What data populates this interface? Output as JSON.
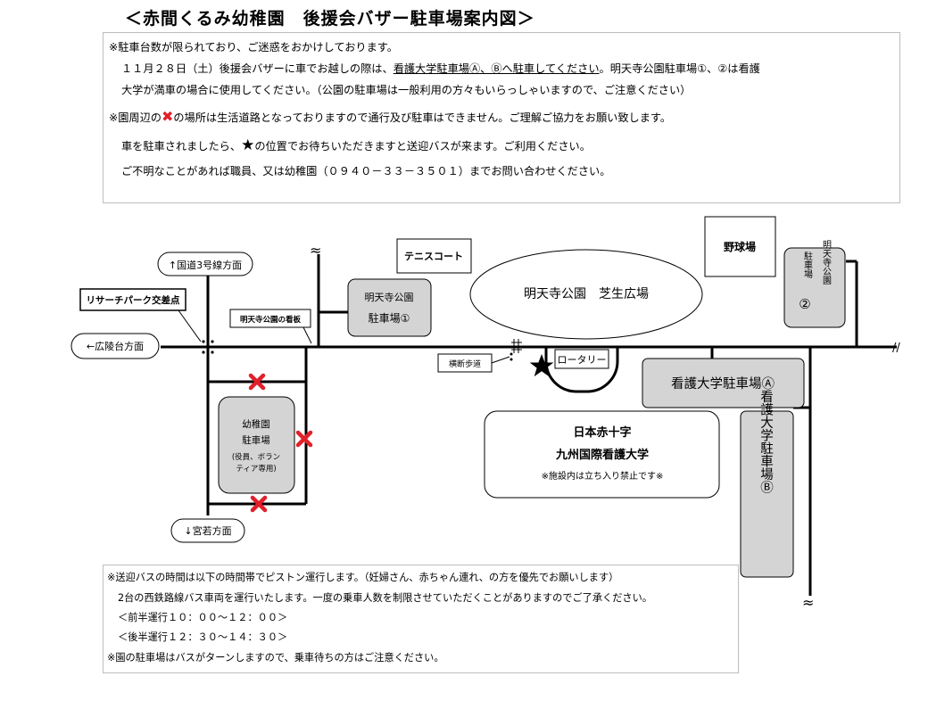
{
  "title": "＜赤間くるみ幼稚園　後援会バザー駐車場案内図＞",
  "notice": {
    "line1": "※駐車台数が限られており、ご迷惑をおかけしております。",
    "line2_a": "１１月２８日（土）後援会バザーに車でお越しの際は、",
    "line2_b": "看護大学駐車場Ⓐ、Ⓑへ駐車してください",
    "line2_c": "。明天寺公園駐車場①、②は看護",
    "line3": "大学が満車の場合に使用してください。（公園の駐車場は一般利用の方々もいらっしゃいますので、ご注意ください）",
    "line4_a": "※園周辺の",
    "line4_mark": "✖",
    "line4_b": "の場所は生活道路となっておりますので通行及び駐車はできません。ご理解ご協力をお願い致します。",
    "line5_a": "車を駐車されましたら、",
    "line5_mark": "★",
    "line5_b": "の位置でお待ちいただきますと送迎バスが来ます。ご利用ください。",
    "line6": "ご不明なことがあれば職員、又は幼稚園（０９４０－３３－３５０１）までお問い合わせください。"
  },
  "map": {
    "route3": "↑国道3号線方面",
    "research_park": "リサーチパーク交差点",
    "park_sign": "明天寺公園の看板",
    "koryodai": "←広陵台方面",
    "miyawaka": "↓宮若方面",
    "tennis": "テニスコート",
    "baseball": "野球場",
    "park_lot1_name": "明天寺公園",
    "park_lot1_sub": "駐車場①",
    "park_lawn": "明天寺公園　芝生広場",
    "park_lot2_col1": "明天寺公園",
    "park_lot2_col2": "駐車場",
    "park_lot2_num": "②",
    "crosswalk": "横断歩道",
    "rotary": "ロータリー",
    "lot_a": "看護大学駐車場Ⓐ",
    "lot_b": "看護大学駐車場Ⓑ",
    "kinder_lot": [
      "幼稚園",
      "駐車場",
      "(役員、ボラン",
      "ティア専用)"
    ],
    "univ_line1": "日本赤十字",
    "univ_line2": "九州国際看護大学",
    "univ_note": "※施設内は立ち入り禁止です※",
    "tilde": "≈",
    "tilde2": "//"
  },
  "bus": {
    "line1": "※送迎バスの時間は以下の時間帯でピストン運行します。（妊婦さん、赤ちゃん連れ、の方を優先でお願いします）",
    "line2": "2台の西鉄路線バス車両を運行いたします。一度の乗車人数を制限させていただくことがありますのでご了承ください。",
    "line3": "＜前半運行１０：００～１２：００＞",
    "line4": "＜後半運行１２：３０～１４：３０＞",
    "line5": "※園の駐車場はバスがターンしますので、乗車待ちの方はご注意ください。"
  },
  "colors": {
    "lot_fill": "#d4d4d4",
    "cross": "#e0202a",
    "border": "#bdbdbd"
  }
}
